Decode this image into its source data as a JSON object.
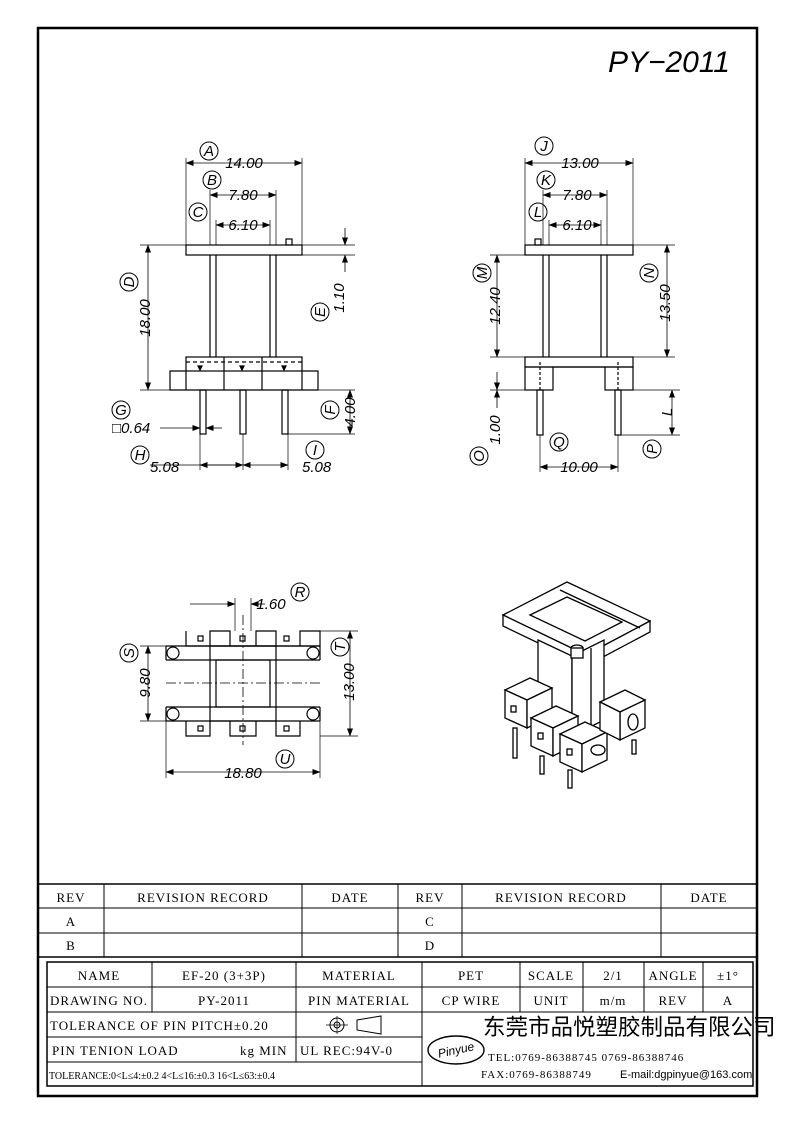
{
  "title": "PY−2011",
  "dims": {
    "A": "A",
    "B": "B",
    "C": "C",
    "D": "D",
    "E": "E",
    "F": "F",
    "G": "G",
    "H": "H",
    "I": "I",
    "J": "J",
    "K": "K",
    "L": "L",
    "M": "M",
    "N": "N",
    "O": "O",
    "P": "P",
    "Q": "Q",
    "R": "R",
    "S": "S",
    "T": "T",
    "U": "U",
    "a_val": "14.00",
    "b_val": "7.80",
    "c_val": "6.10",
    "d_val": "18.00",
    "e_val": "1.10",
    "f_val": "4.00",
    "g_val": "□0.64",
    "h_val": "5.08",
    "i_val": "5.08",
    "j_val": "13.00",
    "k_val": "7.80",
    "l_val": "6.10",
    "m_val": "12.40",
    "n_val": "13.50",
    "o_val": "1.00",
    "q_val": "10.00",
    "pl_val": "L",
    "r_val": "1.60",
    "s_val": "9.80",
    "t_val": "13.00",
    "u_val": "18.80"
  },
  "revision": {
    "rev_hdr": "REV",
    "record_hdr": "REVISION RECORD",
    "date_hdr": "DATE",
    "rev_hdr2": "REV",
    "record_hdr2": "REVISION RECORD",
    "date_hdr2": "DATE",
    "row_a": "A",
    "row_b": "B",
    "row_c": "C",
    "row_d": "D"
  },
  "title_block": {
    "name_lbl": "NAME",
    "name_val": "EF-20 (3+3P)",
    "material_lbl": "MATERIAL",
    "material_val": "PET",
    "scale_lbl": "SCALE",
    "scale_val": "2/1",
    "angle_lbl": "ANGLE",
    "angle_val": "±1°",
    "drawing_lbl": "DRAWING NO.",
    "drawing_val": "PY-2011",
    "pin_material_lbl": "PIN MATERIAL",
    "pin_material_val": "CP WIRE",
    "unit_lbl": "UNIT",
    "unit_val": "m/m",
    "rev_lbl": "REV",
    "rev_val": "A",
    "tolerance_pitch": "TOLERANCE OF PIN PITCH±0.20",
    "pin_tenion": "PIN TENION LOAD",
    "pin_tenion_val": "kg MIN",
    "ul_rec": "UL REC:94V-0",
    "tolerance_range": "TOLERANCE:0<L≤4:±0.2  4<L≤16:±0.3  16<L≤63:±0.4",
    "logo": "Pinyue",
    "company": "东莞市品悦塑胶制品有限公司",
    "tel": "TEL:0769-86388745    0769-86388746",
    "fax": "FAX:0769-86388749",
    "email": "E-mail:dgpinyue@163.com"
  }
}
